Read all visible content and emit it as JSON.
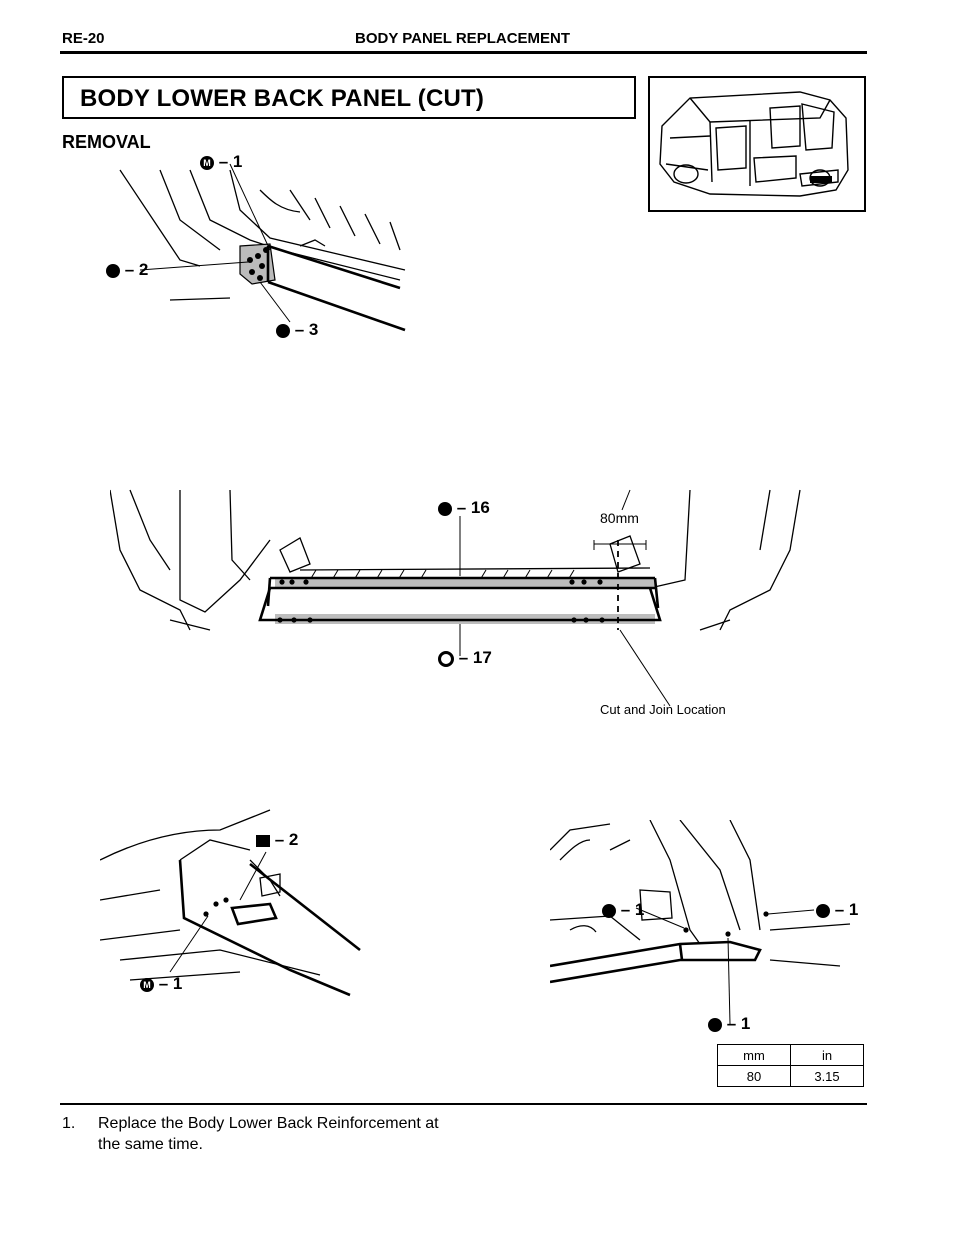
{
  "header": {
    "page_code": "RE-20",
    "section_title": "BODY PANEL REPLACEMENT"
  },
  "title": "BODY LOWER BACK PANEL (CUT)",
  "section_heading": "REMOVAL",
  "figure_top": {
    "callouts": [
      "– 1",
      "– 2",
      "– 3"
    ]
  },
  "figure_middle": {
    "callouts": [
      "– 16",
      "– 17"
    ],
    "dimension_label": "80mm",
    "cut_label": "Cut and Join Location"
  },
  "figure_bottom_left": {
    "callouts": [
      "– 2",
      "– 1"
    ]
  },
  "figure_bottom_right": {
    "callouts": [
      "– 1",
      "– 1",
      "– 1"
    ]
  },
  "dimension_table": {
    "headers": [
      "mm",
      "in"
    ],
    "rows": [
      [
        "80",
        "3.15"
      ]
    ]
  },
  "notes": [
    {
      "number": "1.",
      "line1": "Replace the Body Lower Back Reinforcement at",
      "line2": "the same time."
    }
  ]
}
